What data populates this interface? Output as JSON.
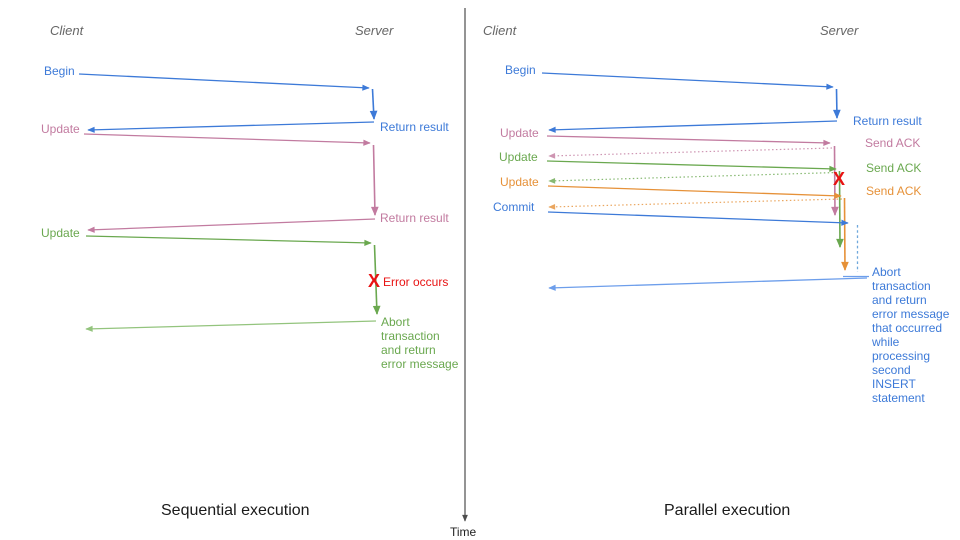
{
  "colors": {
    "blue": "#3d7ad8",
    "light_blue": "#6d9eeb",
    "dashed_blue": "#6fa8dc",
    "pink": "#c27ba0",
    "green": "#6aa84f",
    "light_green": "#93c47d",
    "orange": "#e69138",
    "red": "#e81313",
    "gray_header": "#666666",
    "axis": "#4d4d4d",
    "caption": "#1a1a1a"
  },
  "time_axis": {
    "label": "Time"
  },
  "left": {
    "title": "Sequential execution",
    "client_header": "Client",
    "server_header": "Server",
    "labels": {
      "begin": "Begin",
      "return_result_1": "Return result",
      "update_1": "Update",
      "return_result_2": "Return result",
      "update_2": "Update",
      "error_x": "X",
      "error_occurs": "Error occurs",
      "abort": "Abort\ntransaction\nand return\nerror message"
    }
  },
  "right": {
    "title": "Parallel execution",
    "client_header": "Client",
    "server_header": "Server",
    "labels": {
      "begin": "Begin",
      "return_result": "Return result",
      "update_1": "Update",
      "send_ack_1": "Send ACK",
      "update_2": "Update",
      "send_ack_2": "Send ACK",
      "update_3": "Update",
      "send_ack_3": "Send ACK",
      "commit": "Commit",
      "error_x": "X",
      "abort": "Abort\ntransaction\nand return\nerror message\nthat occurred\nwhile\nprocessing\nsecond\nINSERT\nstatement"
    }
  }
}
